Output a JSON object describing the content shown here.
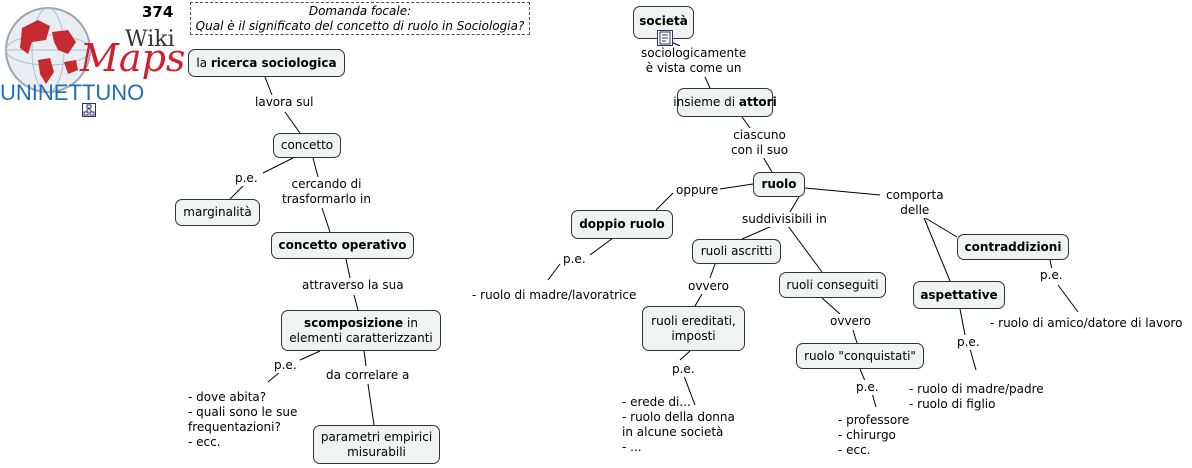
{
  "header": {
    "number": "374",
    "focal_line1": "Domanda focale:",
    "focal_line2": "Qual è il significato del concetto di ruolo in Sociologia?"
  },
  "logo": {
    "wiki": "Wiki",
    "maps": "Maps",
    "brand": "UNINETTUNO"
  },
  "colors": {
    "node_fill": "#eef3f3",
    "logo_red": "#d21f2b",
    "logo_blue": "#1e6fb6"
  },
  "nodes": {
    "ricerca": {
      "pre": "la ",
      "bold": "ricerca sociologica"
    },
    "concetto": "concetto",
    "marginalita": "marginalità",
    "concetto_operativo": "concetto operativo",
    "scomposizione": {
      "bold": "scomposizione",
      "rest": " in",
      "line2": "elementi caratterizzanti"
    },
    "parametri": {
      "line1": "parametri empirici",
      "line2": "misurabili"
    },
    "societa": "società",
    "insieme": {
      "pre": "insieme di ",
      "bold": "attori"
    },
    "ruolo": "ruolo",
    "doppio_ruolo": "doppio ruolo",
    "ruoli_ascritti": "ruoli ascritti",
    "ruoli_conseguiti": "ruoli conseguiti",
    "ruoli_ereditati": {
      "line1": "ruoli ereditati,",
      "line2": "imposti"
    },
    "ruolo_conquistati": "ruolo \"conquistati\"",
    "aspettative": "aspettative",
    "contraddizioni": "contraddizioni"
  },
  "links": {
    "lavora_sul": "lavora sul",
    "pe1": "p.e.",
    "cercando": {
      "line1": "cercando di",
      "line2": "trasformarlo in"
    },
    "attraverso": "attraverso la sua",
    "pe2": "p.e.",
    "da_correlare": "da correlare a",
    "sociologicamente": {
      "line1": "sociologicamente",
      "line2": "è vista come un"
    },
    "ciascuno": {
      "line1": "ciascuno",
      "line2": "con il suo"
    },
    "oppure": "oppure",
    "suddivisibili": "suddivisibili in",
    "comporta": {
      "line1": "comporta",
      "line2": "delle"
    },
    "pe3": "p.e.",
    "ovvero1": "ovvero",
    "ovvero2": "ovvero",
    "pe4": "p.e.",
    "pe5": "p.e.",
    "pe6": "p.e.",
    "pe7": "p.e."
  },
  "examples": {
    "dove": [
      "- dove abita?",
      "- quali sono le sue",
      "frequentazioni?",
      "- ecc."
    ],
    "madre_lavoratrice": "- ruolo di madre/lavoratrice",
    "erede": [
      "- erede di...",
      "- ruolo della donna",
      "in alcune società",
      "- ..."
    ],
    "professore": [
      "- professore",
      "- chirurgo",
      "- ecc."
    ],
    "madre_padre": [
      "- ruolo di madre/padre",
      "- ruolo di figlio"
    ],
    "amico": "- ruolo di amico/datore di lavoro"
  }
}
